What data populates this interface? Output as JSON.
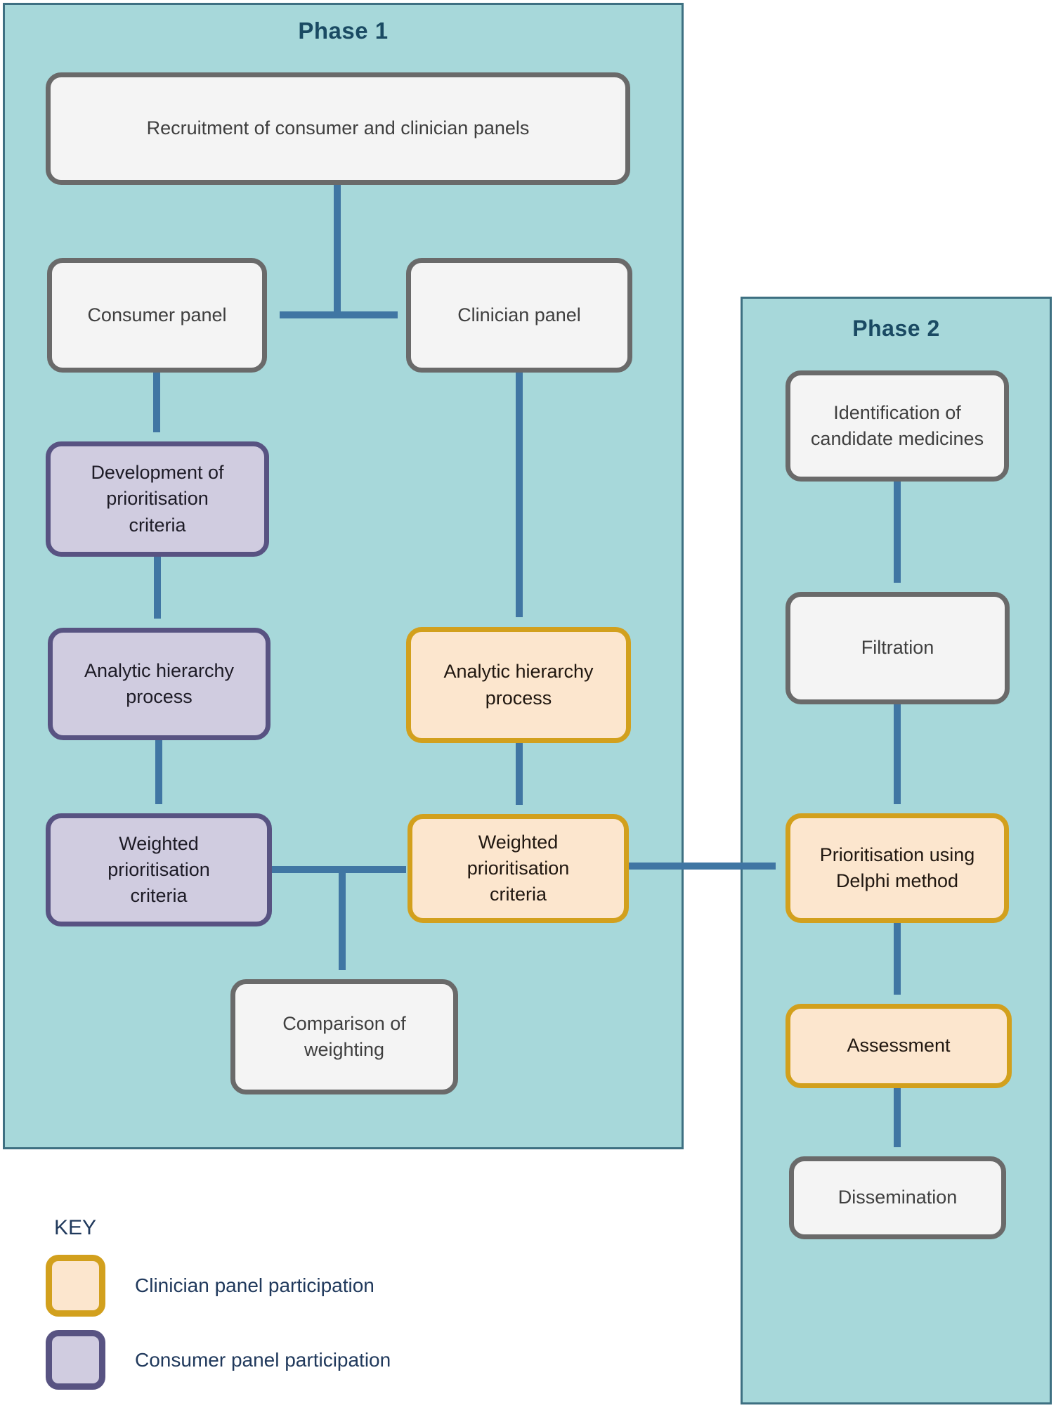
{
  "colors": {
    "panel_fill": "#a7d8da",
    "panel_border": "#3e7082",
    "arrow": "#4076a3",
    "neutral_fill": "#f4f4f4",
    "neutral_border": "#6a6a6a",
    "clinician_fill": "#fce6ce",
    "clinician_border": "#d2a01d",
    "consumer_fill": "#d0cce0",
    "consumer_border": "#585382",
    "title_text": "#1a4a63",
    "key_text": "#20395c"
  },
  "phase1": {
    "title": "Phase 1",
    "boxes": {
      "recruitment": {
        "label": "Recruitment of consumer and clinician panels",
        "type": "neutral"
      },
      "consumer_panel": {
        "label": "Consumer panel",
        "type": "neutral"
      },
      "clinician_panel": {
        "label": "Clinician panel",
        "type": "neutral"
      },
      "development": {
        "label": "Development of prioritisation criteria",
        "type": "consumer"
      },
      "ahp_consumer": {
        "label": "Analytic hierarchy process",
        "type": "consumer"
      },
      "weighted_consumer": {
        "label": "Weighted prioritisation criteria",
        "type": "consumer"
      },
      "ahp_clinician": {
        "label": "Analytic hierarchy process",
        "type": "clinician"
      },
      "weighted_clinician": {
        "label": "Weighted prioritisation criteria",
        "type": "clinician"
      },
      "comparison": {
        "label": "Comparison of weighting",
        "type": "neutral"
      }
    }
  },
  "phase2": {
    "title": "Phase 2",
    "boxes": {
      "identification": {
        "label": "Identification of candidate medicines",
        "type": "neutral"
      },
      "filtration": {
        "label": "Filtration",
        "type": "neutral"
      },
      "delphi": {
        "label": "Prioritisation using Delphi method",
        "type": "clinician"
      },
      "assessment": {
        "label": "Assessment",
        "type": "clinician"
      },
      "dissemination": {
        "label": "Dissemination",
        "type": "neutral"
      }
    }
  },
  "key": {
    "title": "KEY",
    "items": [
      {
        "label": "Clinician panel participation",
        "swatch": "clinician"
      },
      {
        "label": "Consumer panel participation",
        "swatch": "consumer"
      }
    ]
  }
}
